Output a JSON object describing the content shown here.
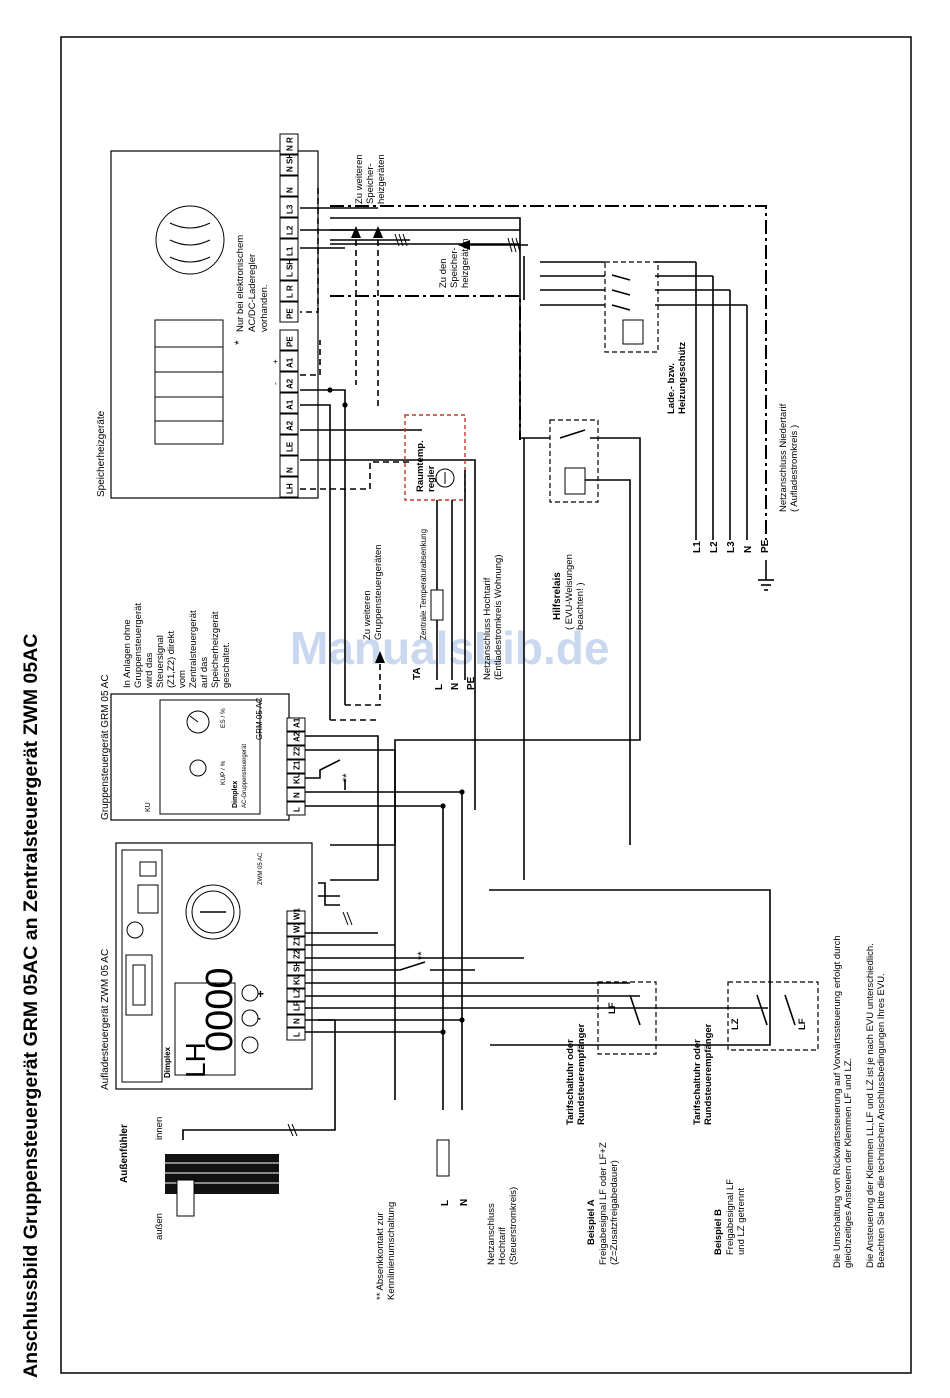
{
  "title": "Anschlussbild Gruppensteuergerät GRM 05AC an Zentralsteuergerät ZWM 05AC",
  "watermark": "ManualsLib.de",
  "colors": {
    "ink": "#000000",
    "watermark": "#b8cbea",
    "room_thermostat_box": "#c0392b"
  },
  "storage_heaters": {
    "label": "Speicherheizgeräte",
    "terminals_left": [
      "LH",
      "N",
      "LE",
      "A2",
      "A1",
      "A2",
      "A1",
      "PE"
    ],
    "terminals_left_marks": [
      "",
      "",
      "",
      "",
      "",
      "-",
      "+",
      ""
    ],
    "terminals_right": [
      "PE",
      "L R",
      "L SH",
      "L1",
      "L2",
      "L3",
      "N",
      "N SH",
      "N R"
    ],
    "note_star": "*",
    "note": "Nur bei elektronischem AC/DC-Laderegler vorhanden."
  },
  "to_other_heaters": "Zu weiteren Speicher- heizgeräten",
  "to_heaters": "Zu den Speicher- heizgeräten",
  "room_thermostat": {
    "title": "Raumtemp. regler",
    "ta_label": "TA",
    "central_reduction": "Zentrale Temperaturabsenkung",
    "wires": [
      "L",
      "N",
      "PE"
    ],
    "supply": "Netzanschluss Hochtarif (Entladestromkreis Wohnung)"
  },
  "contactor": {
    "label": "Lade.- bzw. Heizungsschütz"
  },
  "mains_low_tariff": {
    "label": "Netzanschluss Niedertarif ( Aufladestromkreis )",
    "lines": [
      "L1",
      "L2",
      "L3",
      "N",
      "PE"
    ]
  },
  "aux_relay": {
    "title": "Hilfsrelais",
    "note": "( EVU-Weisungen beachten! )"
  },
  "group_controller": {
    "caption": "Gruppensteuergerät GRM 05 AC",
    "brand": "Dimplex",
    "brand_sub": "AC-Gruppensteuergerät",
    "model": "GRM 05 AC",
    "ku_label": "KU",
    "kup_label": "KUP / %",
    "es_label": "ES / %",
    "terminals": [
      "L",
      "N",
      "KU",
      "Z1",
      "Z2",
      "A2",
      "A1"
    ]
  },
  "group_note": "In Anlagen ohne Gruppensteuergerät wird das Steuersignal (Z1,Z2) direkt vom Zentralsteuergerät auf das Speicherheizgerät geschaltet.",
  "to_group_controllers": "Zu weiteren Gruppensteuergeräten",
  "central_controller": {
    "caption": "Aufladesteuergerät ZWM 05 AC",
    "brand": "Dimplex",
    "display": "0000",
    "display_mode": "LH",
    "model": "ZWM 05 AC",
    "terminals": [
      "L",
      "N",
      "LF",
      "LZ",
      "KU",
      "SH",
      "Z2",
      "Z1",
      "W2",
      "W1"
    ],
    "keys": [
      "+",
      "-"
    ]
  },
  "outdoor_sensor": {
    "label": "Außenfühler",
    "inside": "innen",
    "outside": "außen"
  },
  "lowering_contact": {
    "marks": "**",
    "label": "** Absenkkontakt zur Kennlinienumschaltung"
  },
  "mains_high_tariff": {
    "lines": [
      "L",
      "N"
    ],
    "label": "Netzanschluss Hochtarif (Steuerstromkreis)"
  },
  "example_a": {
    "device": "Tarifschaltuhr oder Rundsteuerempfänger",
    "contact": "LF",
    "title": "Beispiel A",
    "text": "Freigabesignal LF oder LF+Z (Z=Zusatzfreigabedauer)"
  },
  "example_b": {
    "device": "Tarifschaltuhr oder Rundsteuerempfänger",
    "contacts": [
      "LZ",
      "LF"
    ],
    "title": "Beispiel B",
    "text": "Freigabesignal LF und LZ getrennt"
  },
  "footnote_1": "Die Umschaltung von Rückwärtssteuerung auf Vorwärtssteuerung erfolgt durch gleichzeitiges Ansteuern der Klemmen LF und LZ.",
  "footnote_2": "Die Ansteuerung der Klemmen LL,LF und LZ ist je nach EVU unterschiedlich. Beachten Sie bitte die technischen Anschlussbedingungen Ihres EVU."
}
